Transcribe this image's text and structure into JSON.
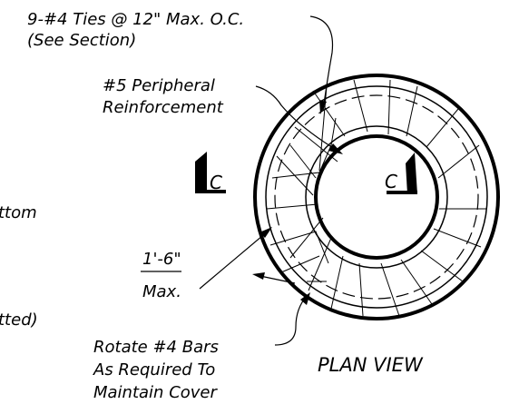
{
  "notes": {
    "ties_line1": "9-#4 Ties @ 12\" Max. O.C.",
    "ties_line2": "(See Section)",
    "peripheral_line1": "#5 Peripheral",
    "peripheral_line2": "Reinforcement",
    "rotate_line1": "Rotate #4 Bars",
    "rotate_line2": "As Required To",
    "rotate_line3": "Maintain Cover",
    "bottom_partial": "ttom",
    "dotted_partial": "tted)"
  },
  "dimension": {
    "value": "1'-6\"",
    "qualifier": "Max."
  },
  "section_markers": {
    "left": "C",
    "right": "C"
  },
  "view_title": "PLAN VIEW"
}
